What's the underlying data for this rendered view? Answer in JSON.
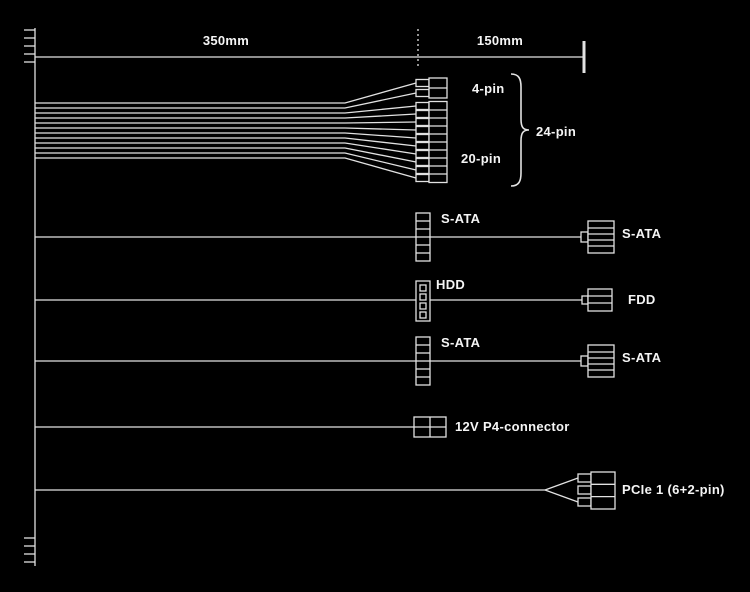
{
  "colors": {
    "background": "#000000",
    "line": "#e2e2e2",
    "text": "#f5f5f5"
  },
  "ruler": {
    "left_segment": "350mm",
    "right_segment": "150mm"
  },
  "atx": {
    "four_pin": "4-pin",
    "twenty_pin": "20-pin",
    "twenty_four_pin": "24-pin"
  },
  "rows": {
    "sata1": {
      "mid": "S-ATA",
      "end": "S-ATA"
    },
    "floppy": {
      "mid": "HDD",
      "end": "FDD"
    },
    "sata2": {
      "mid": "S-ATA",
      "end": "S-ATA"
    },
    "p4": {
      "label": "12V P4-connector"
    },
    "pcie": {
      "label": "PCIe 1 (6+2-pin)"
    }
  }
}
